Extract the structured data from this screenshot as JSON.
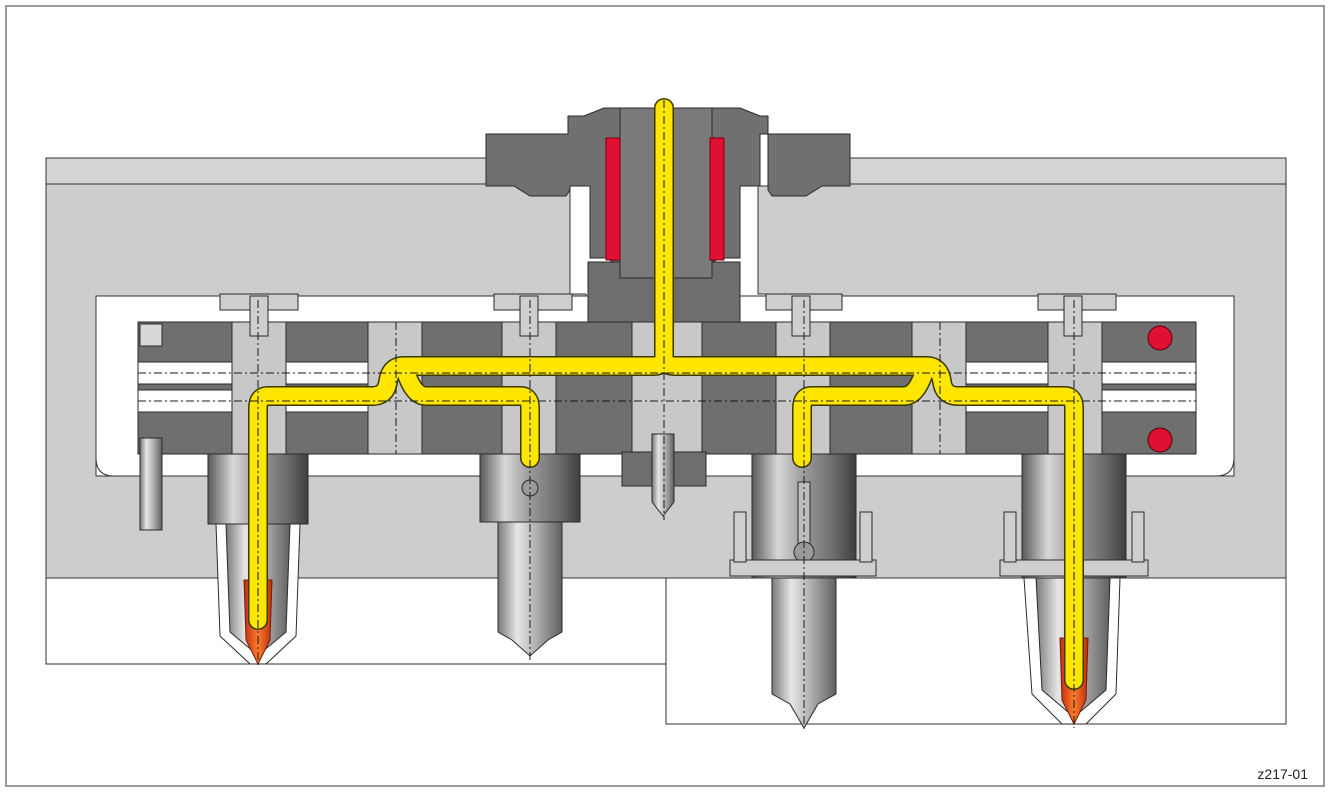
{
  "figure": {
    "code": "z217-01"
  },
  "colors": {
    "frame": "#8a8a8a",
    "plate_light": "#cfcfcf",
    "plate_mid": "#b9b9b9",
    "steel_dark": "#6e6e6e",
    "steel_mid": "#8f8f8f",
    "melt_channel": "#ffe600",
    "heater_band": "#e01030",
    "hot_tip": "#d93a1a",
    "outline": "#2a2a2a"
  },
  "components": {
    "manifold": "hot-runner-manifold",
    "inlet": "sprue-bushing-with-heater",
    "nozzles": [
      {
        "id": "nozzle-1",
        "type": "open-tip",
        "channel": "melt"
      },
      {
        "id": "nozzle-2",
        "type": "closed",
        "channel": "none"
      },
      {
        "id": "nozzle-3",
        "type": "closed-long",
        "channel": "none"
      },
      {
        "id": "nozzle-4",
        "type": "open-tip-long",
        "channel": "melt"
      }
    ]
  }
}
